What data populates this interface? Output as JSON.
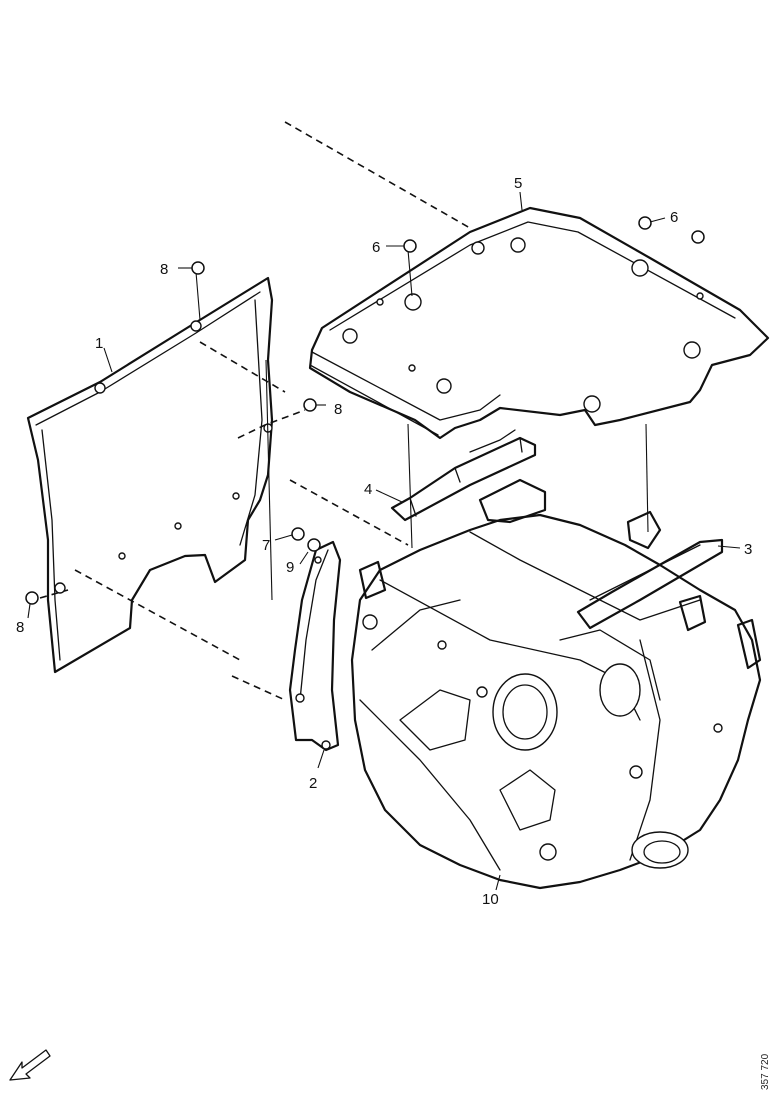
{
  "diagram": {
    "callouts": {
      "c1": "1",
      "c2": "2",
      "c3": "3",
      "c4": "4",
      "c5": "5",
      "c6a": "6",
      "c6b": "6",
      "c7": "7",
      "c8a": "8",
      "c8b": "8",
      "c8c": "8",
      "c9": "9",
      "c10": "10"
    },
    "reference_code": "357 720",
    "icons": {
      "orientation": "arrow-icon",
      "fastener": "nut-icon"
    },
    "colors": {
      "line": "#111111",
      "background": "#ffffff"
    }
  }
}
